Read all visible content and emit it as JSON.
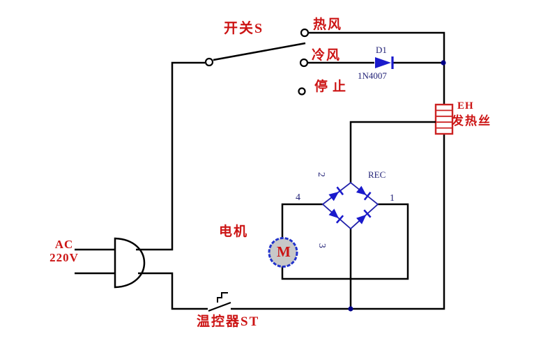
{
  "power": {
    "line1": "AC",
    "line2": "220V"
  },
  "switch": {
    "label": "开关S",
    "positions": {
      "hot": "热风",
      "cold": "冷风",
      "stop": "停止"
    }
  },
  "diode": {
    "ref": "D1",
    "part": "1N4007"
  },
  "heater": {
    "ref": "EH",
    "name": "发热丝"
  },
  "rectifier": {
    "name": "REC",
    "terminal_top": "2",
    "terminal_left": "4",
    "terminal_right": "1",
    "terminal_bottom": "3"
  },
  "motor": {
    "label": "电机",
    "symbol": "M"
  },
  "thermostat": {
    "label": "温控器ST"
  },
  "colors": {
    "wire": "#000000",
    "label_red": "#cc1414",
    "component_blue": "#1a1acc",
    "bridge_navy": "#2222aa",
    "technical_navy": "#222277",
    "heater_red": "#cc2222",
    "motor_fill": "#c8c8c8",
    "junction_dot": "#000088"
  }
}
